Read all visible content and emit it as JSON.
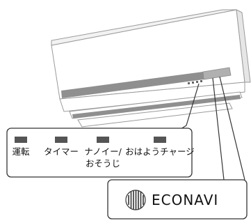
{
  "indicators": [
    {
      "label": "運転",
      "label2": ""
    },
    {
      "label": "タイマー",
      "label2": ""
    },
    {
      "label": "ナノイー/",
      "label2": "おそうじ"
    },
    {
      "label": "おはようチャージ",
      "label2": ""
    }
  ],
  "logo": {
    "text": "ECONAVI",
    "icon": "econavi-sensor-icon"
  },
  "colors": {
    "unit_body": "#ffffff",
    "unit_outline": "#999999",
    "stripe": "#8f8f8f",
    "indicator": "#555555",
    "callout_border": "#333333",
    "sensor_panel": "#b0b0b0"
  }
}
